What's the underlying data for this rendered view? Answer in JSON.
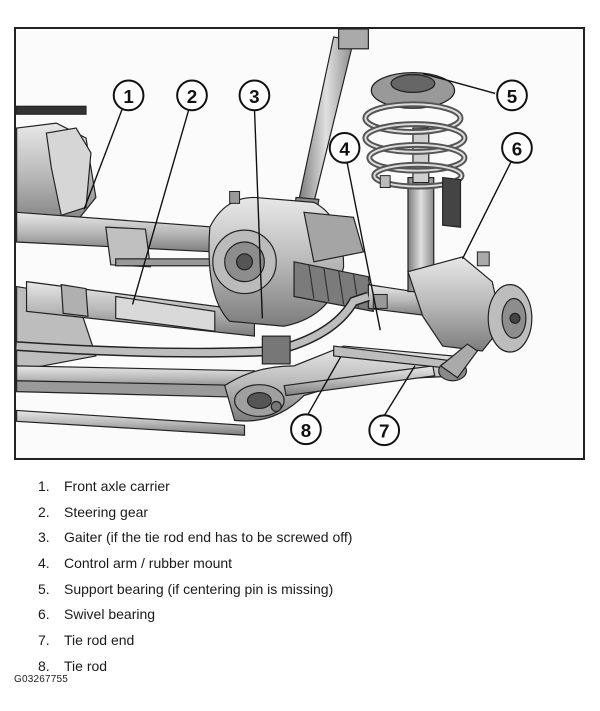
{
  "callouts": [
    {
      "num": "1",
      "label": "Front axle carrier"
    },
    {
      "num": "2",
      "label": "Steering gear"
    },
    {
      "num": "3",
      "label": "Gaiter (if the tie rod end has to be screwed off)"
    },
    {
      "num": "4",
      "label": "Control arm / rubber mount"
    },
    {
      "num": "5",
      "label": "Support bearing (if centering pin is missing)"
    },
    {
      "num": "6",
      "label": "Swivel bearing"
    },
    {
      "num": "7",
      "label": "Tie rod end"
    },
    {
      "num": "8",
      "label": "Tie rod"
    }
  ],
  "figure_code": "G03267755",
  "colors": {
    "line": "#222222",
    "metal": "#c9c9c9",
    "shade": "#8e8e8e",
    "dark": "#5a5a5a"
  }
}
